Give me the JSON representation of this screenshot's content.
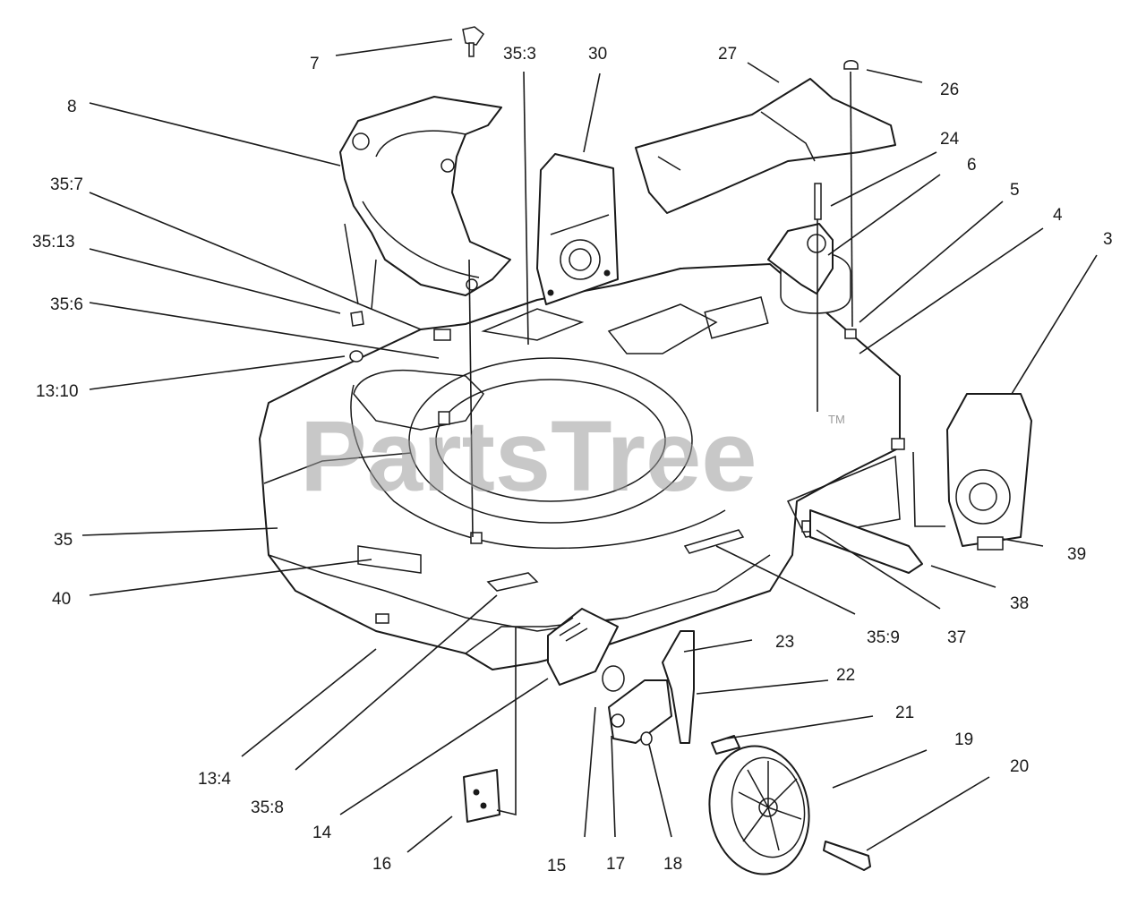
{
  "watermark": {
    "text": "PartsTree",
    "mark": "TM"
  },
  "callouts": [
    {
      "label": "7"
    },
    {
      "label": "35:3"
    },
    {
      "label": "30"
    },
    {
      "label": "27"
    },
    {
      "label": "26"
    },
    {
      "label": "8"
    },
    {
      "label": "24"
    },
    {
      "label": "6"
    },
    {
      "label": "35:7"
    },
    {
      "label": "5"
    },
    {
      "label": "4"
    },
    {
      "label": "3"
    },
    {
      "label": "35:13"
    },
    {
      "label": "35:6"
    },
    {
      "label": "13:10"
    },
    {
      "label": "35"
    },
    {
      "label": "39"
    },
    {
      "label": "40"
    },
    {
      "label": "38"
    },
    {
      "label": "35:9"
    },
    {
      "label": "37"
    },
    {
      "label": "23"
    },
    {
      "label": "22"
    },
    {
      "label": "21"
    },
    {
      "label": "19"
    },
    {
      "label": "13:4"
    },
    {
      "label": "20"
    },
    {
      "label": "35:8"
    },
    {
      "label": "14"
    },
    {
      "label": "16"
    },
    {
      "label": "15"
    },
    {
      "label": "17"
    },
    {
      "label": "18"
    }
  ]
}
